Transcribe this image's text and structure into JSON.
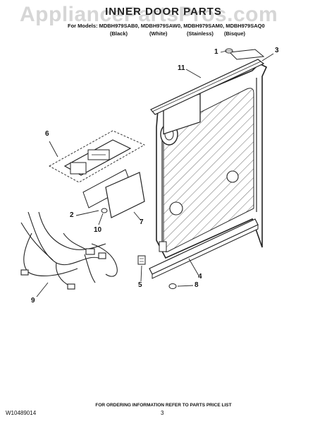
{
  "watermark": "AppliancePartsPros.com",
  "header": {
    "title": "INNER DOOR PARTS",
    "models": "For Models: MDBH979SAB0, MDBH979SAW0, MDBH979SAM0, MDBH979SAQ0",
    "variants": [
      "(Black)",
      "(White)",
      "(Stainless)",
      "(Bisque)"
    ]
  },
  "callouts": [
    "1",
    "3",
    "11",
    "6",
    "2",
    "7",
    "10",
    "9",
    "5",
    "4",
    "8"
  ],
  "footer": {
    "ordering": "FOR ORDERING INFORMATION REFER TO PARTS PRICE LIST",
    "code": "W10489014",
    "page": "3"
  }
}
